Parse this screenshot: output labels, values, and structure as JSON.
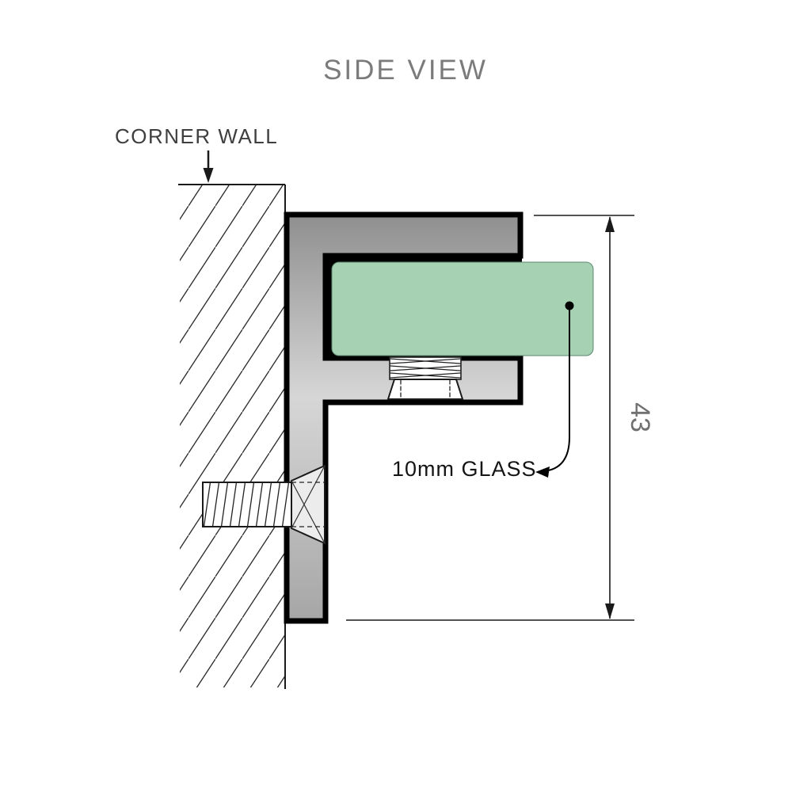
{
  "diagram": {
    "title": "SIDE VIEW",
    "corner_wall_label": "CORNER WALL",
    "glass_label": "10mm GLASS",
    "dimension": {
      "value": "43"
    },
    "colors": {
      "glass_green": "#a6d1b3",
      "bracket_gray_light": "#d6d6d6",
      "bracket_gray_dark": "#8f8f8f",
      "outline": "#111111",
      "title_gray": "#7b7b7b",
      "label_dark": "#3f3f3f",
      "dimension_gray": "#707070"
    }
  }
}
